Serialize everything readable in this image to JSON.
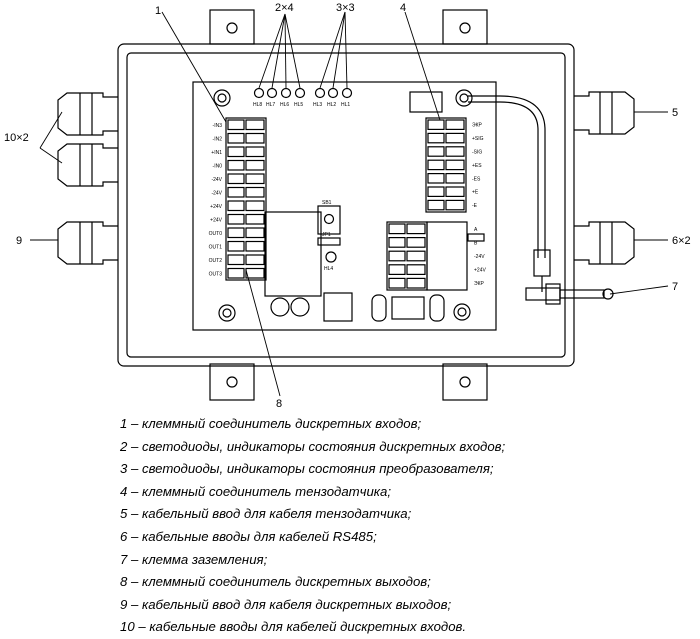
{
  "callouts": {
    "c1": "1",
    "c2": "2×4",
    "c3": "3×3",
    "c4": "4",
    "c5": "5",
    "c6": "6×2",
    "c7": "7",
    "c8": "8",
    "c9": "9",
    "c10": "10×2"
  },
  "leds": {
    "di": [
      "HL8",
      "HL7",
      "HL6",
      "HL5"
    ],
    "status": [
      "HL3",
      "HL2",
      "HL1"
    ]
  },
  "input_terminals": [
    "-IN3",
    "-IN2",
    "+IN1",
    "-IN0",
    "-24V",
    "-24V",
    "+24V",
    "+24V",
    "OUT0",
    "OUT1",
    "OUT2",
    "OUT3"
  ],
  "sensor_terminals": [
    "ЭКР",
    "+SIG",
    "-SIG",
    "+ES",
    "-ES",
    "+E",
    "-E"
  ],
  "rs485_terminals": [
    "A",
    "B",
    "-24V",
    "+24V",
    "ЭКР"
  ],
  "board_labels": {
    "sb": "SB1",
    "jp": "JP1",
    "hl4": "HL4"
  },
  "legend": [
    "1 – клеммный соединитель дискретных входов;",
    "2 – светодиоды, индикаторы состояния дискретных входов;",
    "3 – светодиоды, индикаторы состояния преобразователя;",
    "4 – клеммный соединитель тензодатчика;",
    "5 – кабельный ввод для кабеля тензодатчика;",
    "6 – кабельные вводы для кабелей RS485;",
    "7 – клемма заземления;",
    "8 – клеммный соединитель дискретных выходов;",
    "9 – кабельный ввод для кабеля дискретных выходов;",
    "10 – кабельные вводы для кабелей дискретных входов."
  ]
}
